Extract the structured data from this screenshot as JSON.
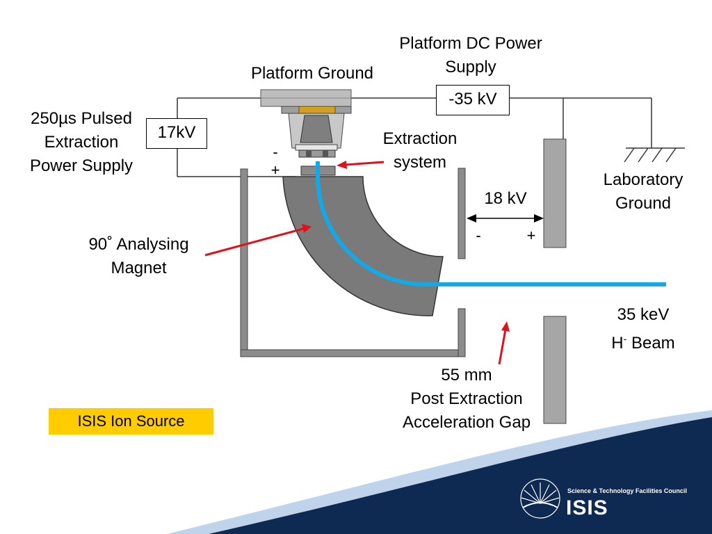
{
  "labels": {
    "platform_dc_line1": "Platform DC Power",
    "platform_dc_line2": "Supply",
    "platform_ground": "Platform Ground",
    "pulsed_line1": "250µs Pulsed",
    "pulsed_line2": "Extraction",
    "pulsed_line3": "Power Supply",
    "extraction_line1": "Extraction",
    "extraction_line2": "system",
    "lab_ground_line1": "Laboratory",
    "lab_ground_line2": "Ground",
    "gap_voltage": "18 kV",
    "minus": "-",
    "plus": "+",
    "magnet_line1": "90˚ Analysing",
    "magnet_line2": "Magnet",
    "beam_line1": "35 keV",
    "beam_line2_prefix": "H",
    "beam_line2_sup": "-",
    "beam_line2_suffix": " Beam",
    "gap_line1": "55 mm",
    "gap_line2": "Post Extraction",
    "gap_line3": "Acceleration Gap"
  },
  "boxes": {
    "dc_supply": "-35 kV",
    "pulsed_supply": "17kV"
  },
  "tag": "ISIS Ion Source",
  "footer": {
    "council": "Science & Technology Facilities Council",
    "logo": "ISIS"
  },
  "colors": {
    "beam": "#12A9E8",
    "magnet": "#7A7A7A",
    "plate": "#A6A6A6",
    "arrow": "#E3101A",
    "tag": "#FFCC00",
    "footer_navy": "#0E2A52"
  }
}
